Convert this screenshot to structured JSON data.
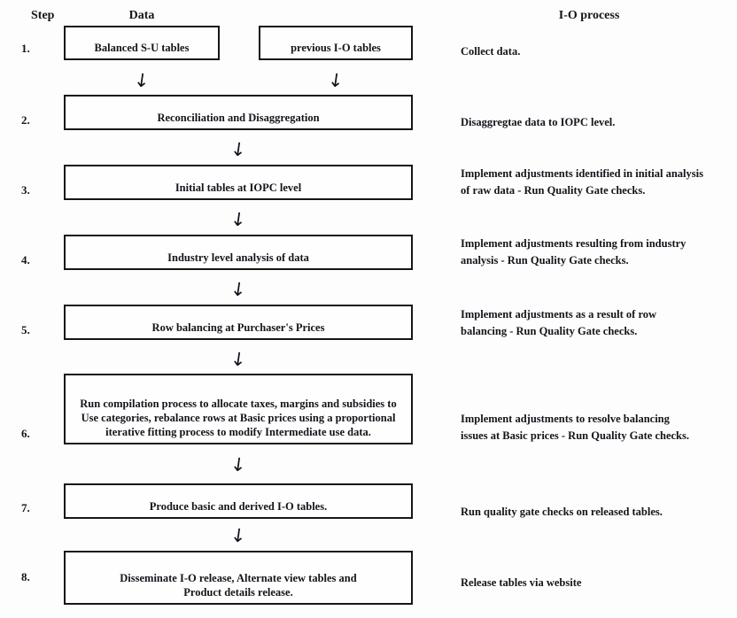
{
  "headers": {
    "step": "Step",
    "data": "Data",
    "process": "I-O process"
  },
  "arrow": {
    "glyph": "↓"
  },
  "colors": {
    "ink": "#14141b",
    "border": "#161616",
    "paper": "#fdfdfd"
  },
  "steps": [
    {
      "num": "1.",
      "box_left": "Balanced S-U tables",
      "box_right": "previous I-O tables",
      "process_lines": [
        "Collect data."
      ]
    },
    {
      "num": "2.",
      "box": "Reconciliation and Disaggregation",
      "process_lines": [
        "Disaggregtae data to IOPC level."
      ]
    },
    {
      "num": "3.",
      "box": "Initial tables at IOPC level",
      "process_lines": [
        "Implement adjustments identified in initial analysis",
        "of raw data - Run Quality Gate checks."
      ]
    },
    {
      "num": "4.",
      "box": "Industry level analysis of data",
      "process_lines": [
        "Implement adjustments resulting from industry",
        "analysis - Run Quality Gate checks."
      ]
    },
    {
      "num": "5.",
      "box": "Row balancing at Purchaser's Prices",
      "process_lines": [
        "Implement adjustments as a result of row",
        "balancing - Run Quality Gate checks."
      ]
    },
    {
      "num": "6.",
      "box_lines": [
        "Run compilation process to allocate taxes, margins and subsidies to",
        "Use categories, rebalance rows at Basic prices using a proportional",
        "iterative fitting process to modify Intermediate use data."
      ],
      "process_lines": [
        "Implement adjustments to resolve balancing",
        "issues at Basic prices - Run Quality Gate checks."
      ]
    },
    {
      "num": "7.",
      "box": "Produce basic and derived I-O tables.",
      "process_lines": [
        "Run quality gate checks on released tables."
      ]
    },
    {
      "num": "8.",
      "box_lines": [
        "Disseminate I-O release, Alternate view tables and",
        "Product details release."
      ],
      "process_lines": [
        "Release tables via website"
      ]
    }
  ]
}
